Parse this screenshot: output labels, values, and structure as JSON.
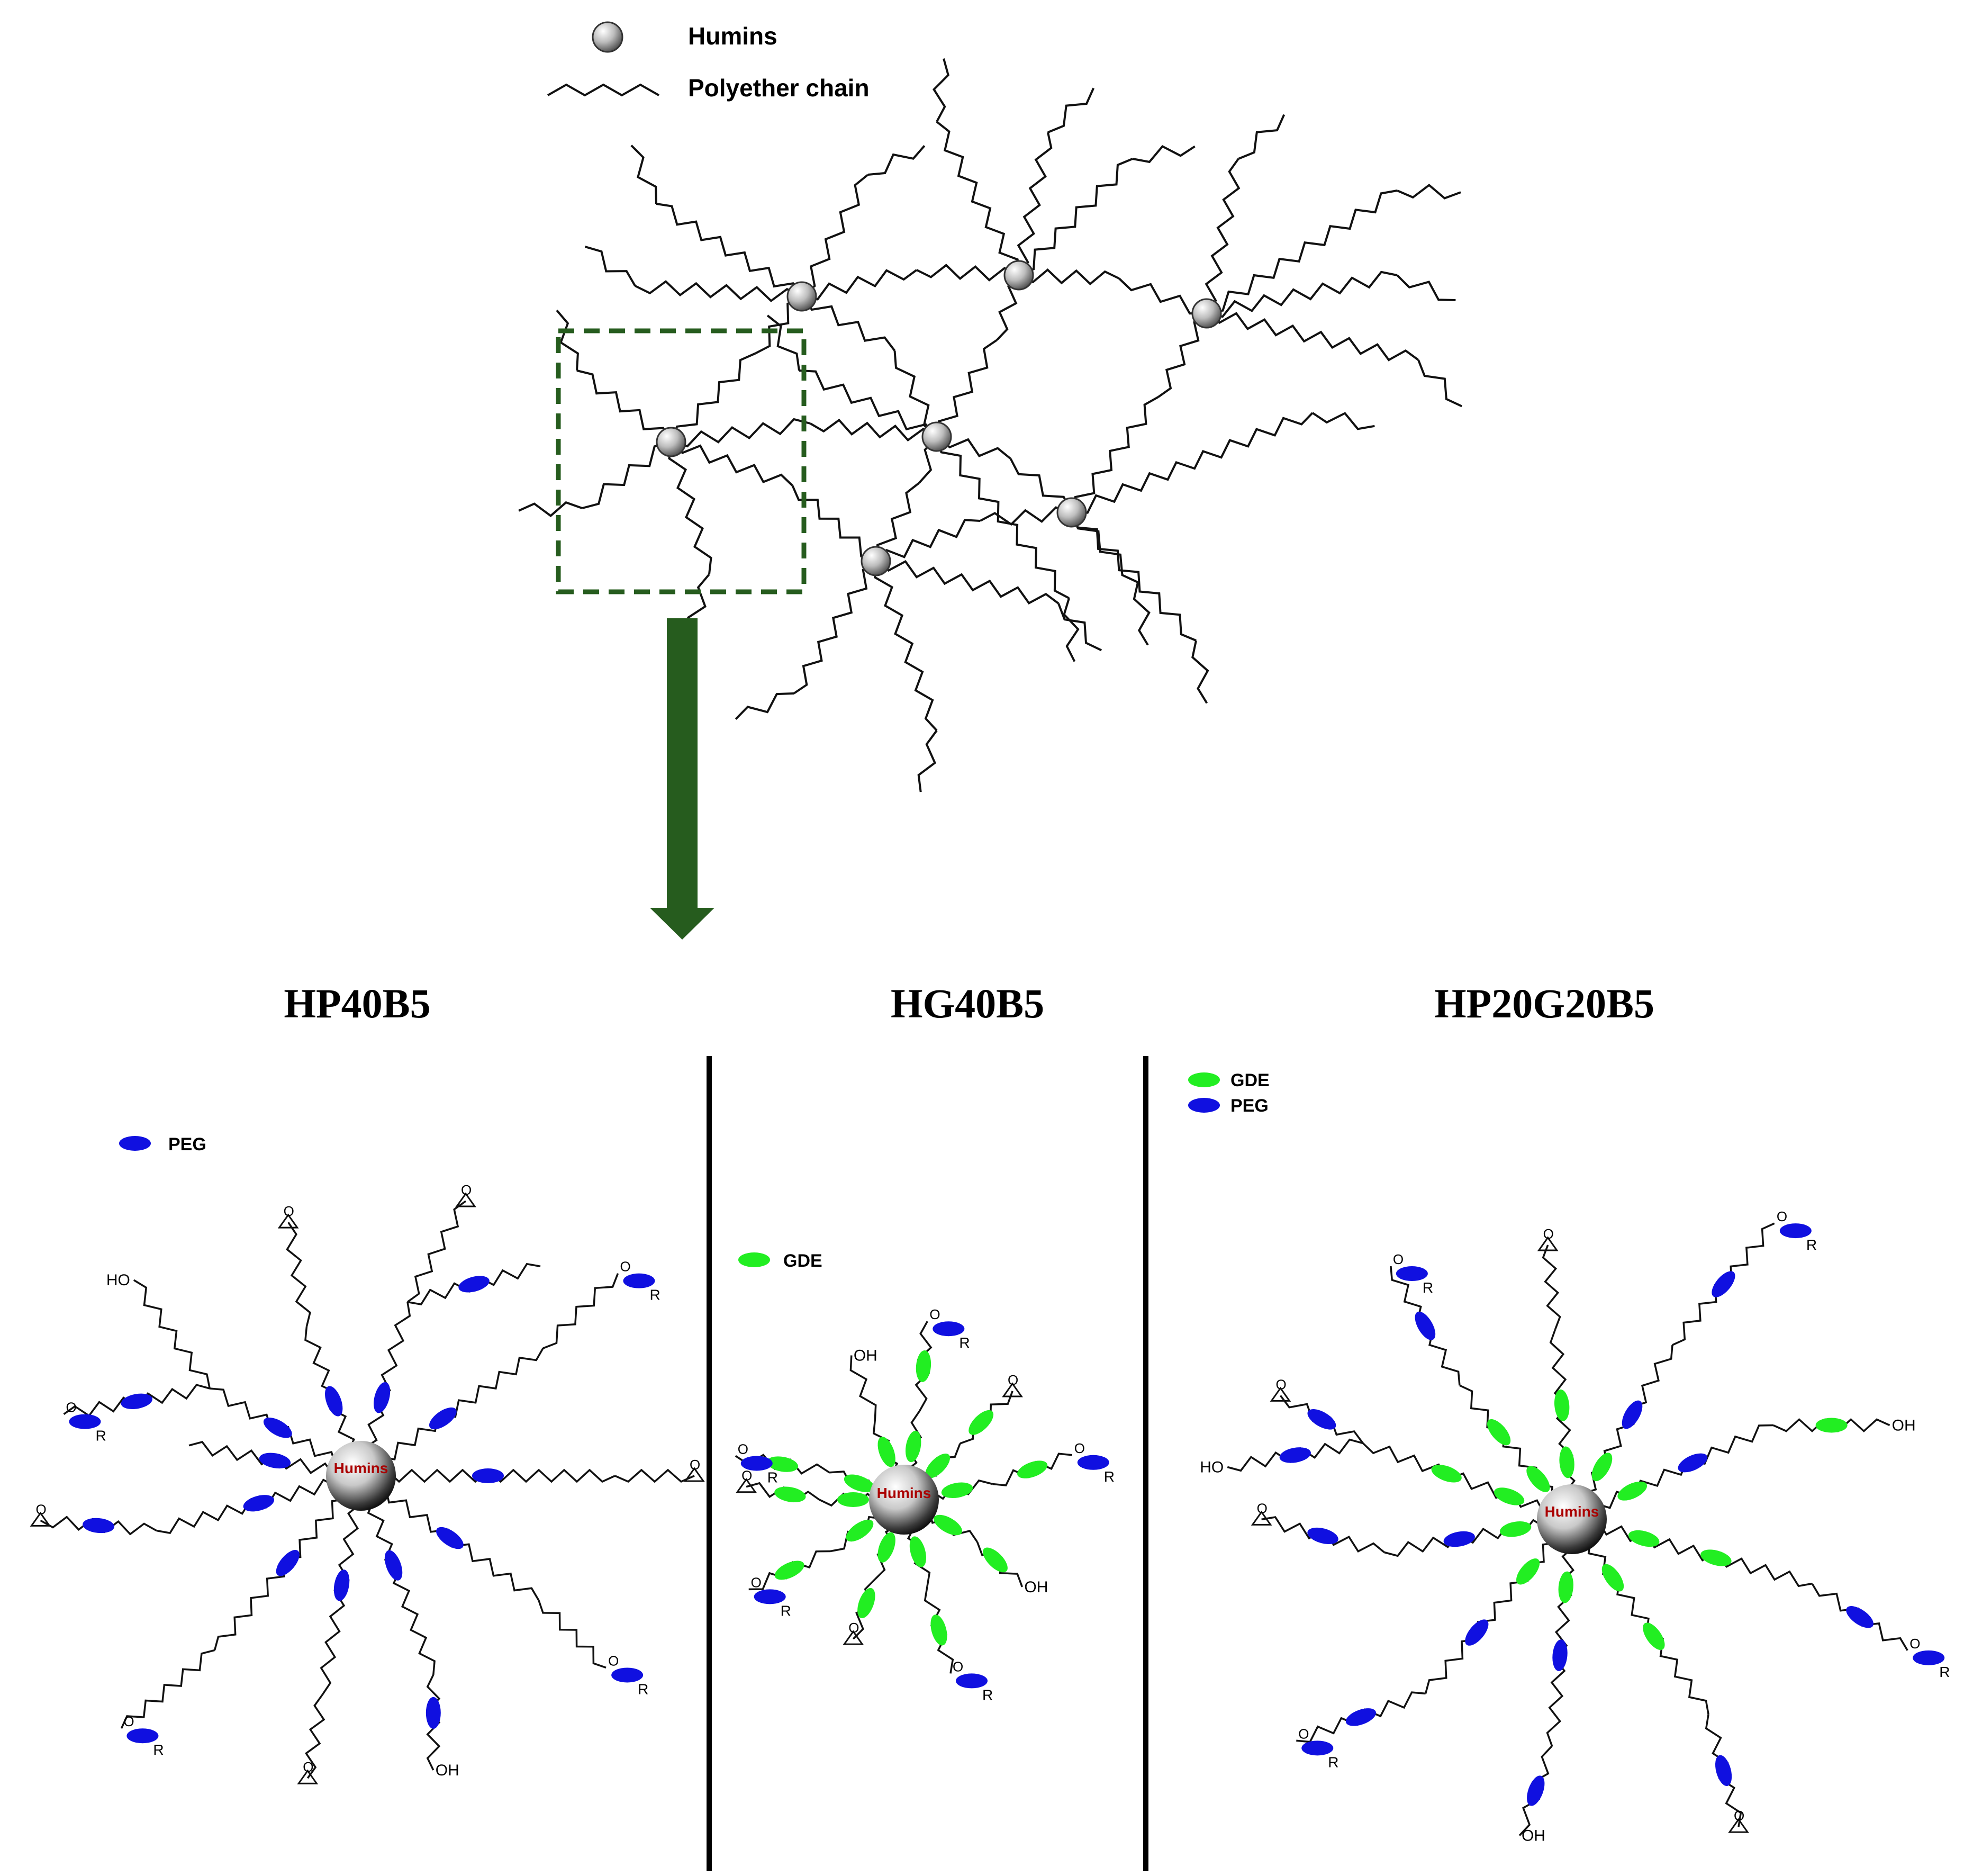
{
  "legend_top": {
    "humins_label": "Humins",
    "polyether_label": "Polyether chain"
  },
  "panels": [
    {
      "title": "HP40B5",
      "core_label": "Humins",
      "legend": [
        {
          "label": "PEG",
          "color": "#1010e0"
        }
      ],
      "end_labels": [
        "R",
        "O",
        "OH",
        "R",
        "O",
        "OH",
        "R",
        "O",
        "R",
        "O"
      ]
    },
    {
      "title": "HG40B5",
      "core_label": "Humins",
      "legend": [
        {
          "label": "GDE",
          "color": "#22ee22"
        }
      ],
      "end_labels": [
        "R",
        "O",
        "OH",
        "R",
        "O",
        "R",
        "O",
        "OH",
        "O",
        "R",
        "O",
        "R",
        "O"
      ]
    },
    {
      "title": "HP20G20B5",
      "core_label": "Humins",
      "legend": [
        {
          "label": "GDE",
          "color": "#22ee22"
        },
        {
          "label": "PEG",
          "color": "#1010e0"
        }
      ],
      "end_labels": [
        "R",
        "O",
        "R",
        "O",
        "HO",
        "OH",
        "R",
        "O",
        "R",
        "O",
        "R",
        "OH",
        "O"
      ]
    }
  ],
  "colors": {
    "peg": "#1010e0",
    "gde": "#22ee22",
    "arrow": "#265c1e",
    "box": "#265c1e",
    "core_text": "#aa0000"
  }
}
